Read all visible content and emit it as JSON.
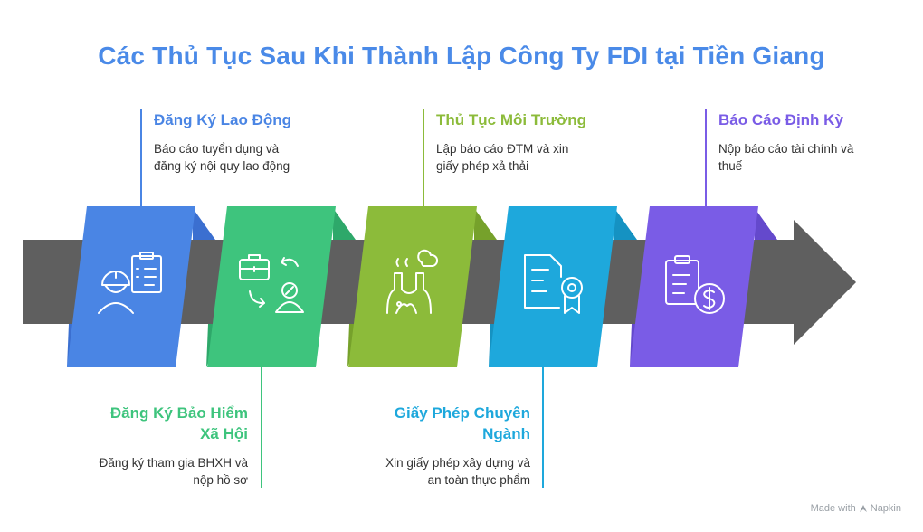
{
  "title": "Các Thủ Tục Sau Khi Thành Lập Công Ty FDI tại Tiền Giang",
  "steps": [
    {
      "title": "Đăng Ký Lao Động",
      "desc": "Báo cáo tuyển dụng và\nđăng ký nội quy lao động",
      "color": "#4a85e4",
      "icon": "worker-checklist-icon"
    },
    {
      "title": "Đăng Ký Bảo Hiểm Xã Hội",
      "desc": "Đăng ký tham gia BHXH và\nnộp hồ sơ",
      "color": "#3ec47d",
      "icon": "briefcase-exchange-icon"
    },
    {
      "title": "Thủ Tục Môi Trường",
      "desc": "Lập báo cáo ĐTM và xin\ngiấy phép xả thải",
      "color": "#8cbb3a",
      "icon": "factory-pollution-icon"
    },
    {
      "title": "Giấy Phép Chuyên Ngành",
      "desc": "Xin giấy phép xây dựng và\nan toàn thực phẩm",
      "color": "#1ea8dc",
      "icon": "certificate-icon"
    },
    {
      "title": "Báo Cáo Định Kỳ",
      "desc": "Nộp báo cáo tài chính và\nthuế",
      "color": "#7a5ce6",
      "icon": "financial-report-icon"
    }
  ],
  "credit": {
    "prefix": "Made with",
    "brand": "Napkin"
  }
}
